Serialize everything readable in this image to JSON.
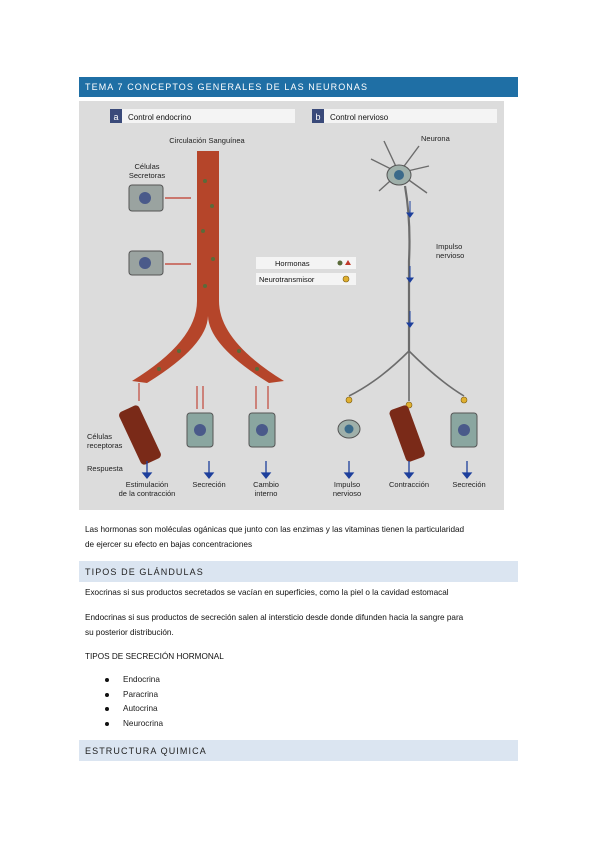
{
  "header": {
    "title": "TEMA 7 CONCEPTOS GENERALES DE LAS NEURONAS"
  },
  "figure": {
    "panel_a": {
      "letter": "a",
      "title": "Control endocrino"
    },
    "panel_b": {
      "letter": "b",
      "title": "Control nervioso"
    },
    "labels": {
      "circulacion": "Circulación Sanguínea",
      "celulas_secretoras_1": "Células",
      "celulas_secretoras_2": "Secretoras",
      "neurona": "Neurona",
      "impulso_1": "Impulso",
      "impulso_2": "nervioso",
      "celulas_receptoras_1": "Células",
      "celulas_receptoras_2": "receptoras",
      "respuesta": "Respuesta",
      "estimulacion_1": "Estimulación",
      "estimulacion_2": "de la contracción",
      "secrecion_a": "Secreción",
      "cambio_1": "Cambio",
      "cambio_2": "interno",
      "impulso_b_1": "Impulso",
      "impulso_b_2": "nervioso",
      "contraccion": "Contracción",
      "secrecion_b": "Secreción"
    },
    "legend": {
      "hormonas": "Hormonas",
      "neurotransmisor": "Neurotransmisor"
    },
    "colors": {
      "vessel": "#b5452a",
      "nerve": "#6c6c6c",
      "arrow": "#1d3f9c",
      "panel_bg": "#dcdcdc"
    }
  },
  "body": {
    "intro_1": "Las hormonas son moléculas ogánicas que junto con las enzimas y las vitaminas tienen la particularidad",
    "intro_2": "de ejercer su efecto en bajas concentraciones",
    "section_1": "TIPOS DE GLÁNDULAS",
    "exocrinas": "Exocrinas si sus productos secretados se vacían en superficies, como la piel o la cavidad estomacal",
    "endocrinas_1": "Endocrinas si sus productos de secreción salen al intersticio desde donde difunden hacia la sangre para",
    "endocrinas_2": "su posterior distribución.",
    "tipos_secrecion": "TIPOS DE SECRECIÓN HORMONAL",
    "secretion_types": [
      "Endocrina",
      "Paracrina",
      "Autocrina",
      "Neurocrina"
    ],
    "section_2": "ESTRUCTURA QUIMICA"
  }
}
